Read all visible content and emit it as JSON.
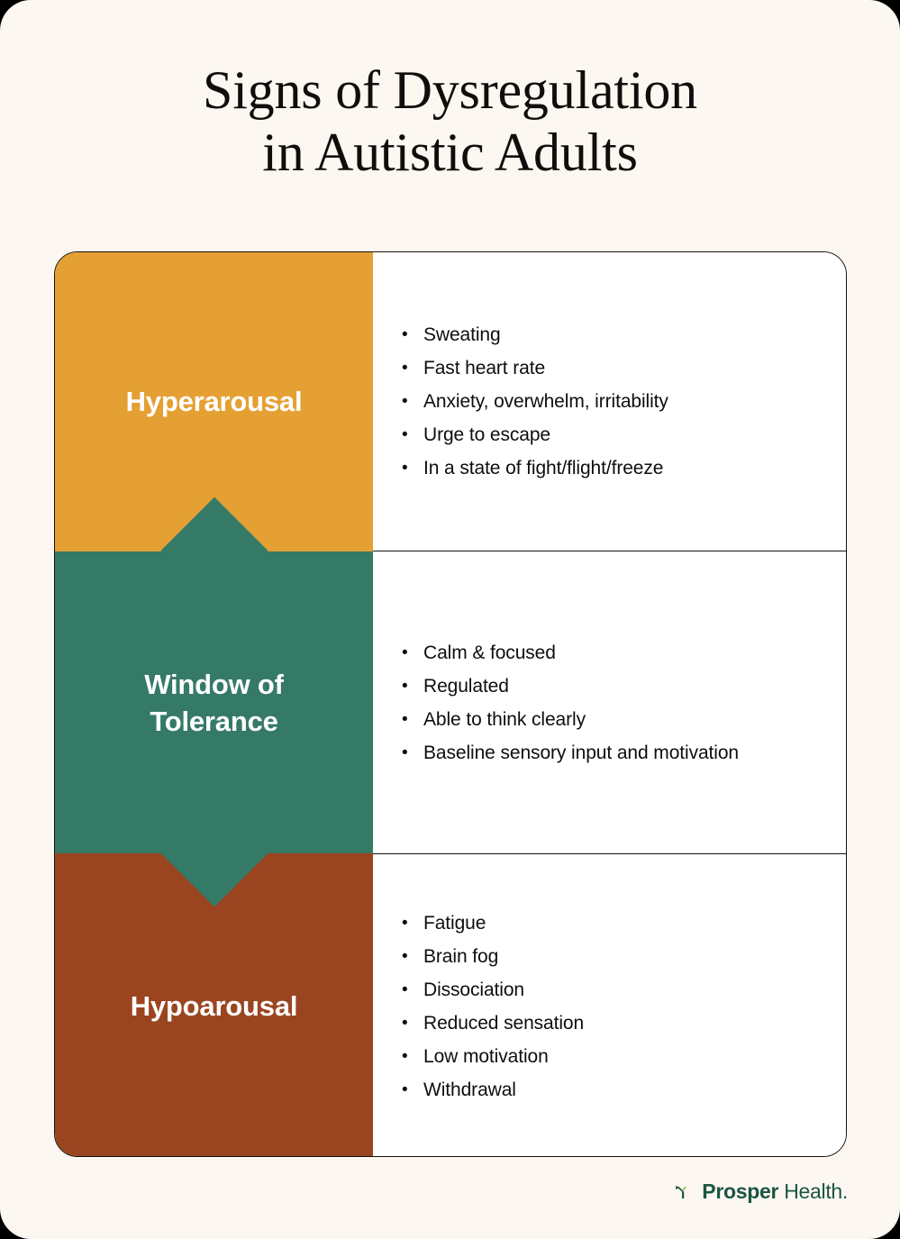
{
  "page": {
    "background_color": "#FDF7F1",
    "card_border_color": "#15120F"
  },
  "title": {
    "line1": "Signs of Dysregulation",
    "line2": "in Autistic Adults"
  },
  "sections": [
    {
      "label": "Hyperarousal",
      "color": "#E5A033",
      "bullets": [
        "Sweating",
        "Fast heart rate",
        "Anxiety, overwhelm, irritability",
        "Urge to escape",
        "In a state of fight/flight/freeze"
      ]
    },
    {
      "label_line1": "Window of",
      "label_line2": "Tolerance",
      "label": "Window of Tolerance",
      "color": "#357A67",
      "bullets": [
        "Calm & focused",
        "Regulated",
        "Able to think clearly",
        "Baseline sensory input and motivation"
      ]
    },
    {
      "label": "Hypoarousal",
      "color": "#9B4520",
      "bullets": [
        "Fatigue",
        "Brain fog",
        "Dissociation",
        "Reduced sensation",
        "Low motivation",
        "Withdrawal"
      ]
    }
  ],
  "footer": {
    "brand_bold": "Prosper",
    "brand_light": " Health.",
    "brand_color": "#1B5543",
    "leaf_color": "#9CCB63"
  }
}
